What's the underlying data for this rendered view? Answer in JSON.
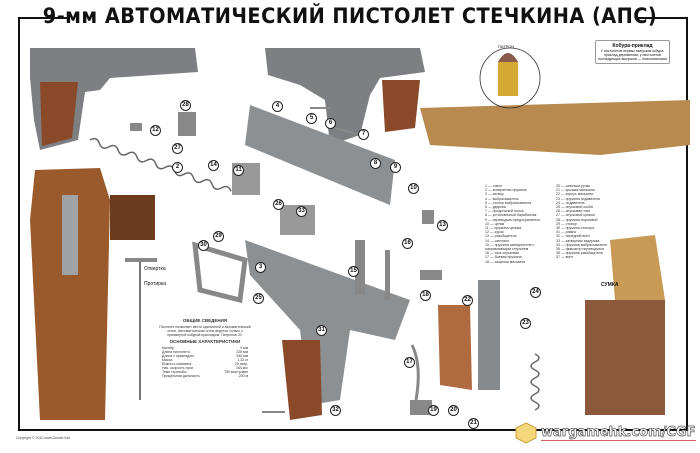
{
  "title": "9-мм АВТОМАТИЧЕСКИЙ ПИСТОЛЕТ СТЕЧКИНА (АПС)",
  "labels": {
    "cartridge": "ПАТРОН",
    "stock_title": "Кобура-приклад",
    "stock_text": "У пистолетов первых выпусков кобура-приклад деревянная, у пистолетов последующих выпусков — пластмассовая",
    "screwdriver": "Отвертка",
    "rod": "Протирка",
    "bag": "СУМКА"
  },
  "legend_left": [
    "1 — ствол",
    "2 — возвратная пружина",
    "3 — затвор",
    "4 — выбрасыватель",
    "5 — стопор выбрасывателя",
    "6 — ударник",
    "7 — продольный плоск.",
    "8 — установочный барабанчик",
    "9 — переводчик-предохранитель",
    "10 — целик",
    "11 — пружина целика",
    "12 — курок",
    "13 — разобщитель",
    "14 — шептало",
    "15 — пружина замедлителя с направляющим стержнем",
    "16 — тяга спусковая",
    "17 — боевая пружина",
    "18 — защелка магазина"
  ],
  "legend_right": [
    "20 — шпилька ручки",
    "21 — крышка магазина",
    "22 — корпус магазина",
    "23 — пружина подавателя",
    "24 — подаватель",
    "25 — спусковой скоба",
    "26 — спусковая тяга",
    "27 — спусковой крючок",
    "28 — пружина спусковой",
    "29 — стопор",
    "30 — пружина стопора",
    "31 — рамка",
    "32 — передний винт",
    "33 — затворная задержка",
    "34 — пружина выбрасывателя",
    "35 — фиксатор переводчика",
    "36 — пружина разобщителя",
    "37 — винт"
  ],
  "info": {
    "general_title": "ОБЩИЕ СВЕДЕНИЯ",
    "general_text": "Пистолет позволяет вести одиночный и автоматический огонь. Автоматическая огонь ведется только с примкнутой кобурой-прикладом. Патронов 20.",
    "specs_title": "ОСНОВНЫЕ ХАРАКТЕРИСТИКИ",
    "specs": [
      [
        "Калибр",
        "9 мм"
      ],
      [
        "Длина пистолета",
        "225 мм"
      ],
      [
        "Длина с прикладом",
        "540 мм"
      ],
      [
        "Масса",
        "1,22 кг"
      ],
      [
        "Ёмкость магазина",
        "20 патр."
      ],
      [
        "Нач. скорость пули",
        "340 м/с"
      ],
      [
        "Темп стрельбы",
        "750 выстр/мин"
      ],
      [
        "Прицельная дальность",
        "200 м"
      ]
    ]
  },
  "callouts": [
    "12",
    "28",
    "27",
    "2",
    "14",
    "11",
    "4",
    "5",
    "6",
    "7",
    "8",
    "9",
    "10",
    "13",
    "16",
    "15",
    "29",
    "30",
    "26",
    "3",
    "25",
    "31",
    "32",
    "17",
    "22",
    "23",
    "24",
    "18",
    "19",
    "20",
    "21",
    "33"
  ],
  "copyright": "Copyright © 2010  www.Gunart.Net",
  "watermark": "wargamehk.com/CGF"
}
